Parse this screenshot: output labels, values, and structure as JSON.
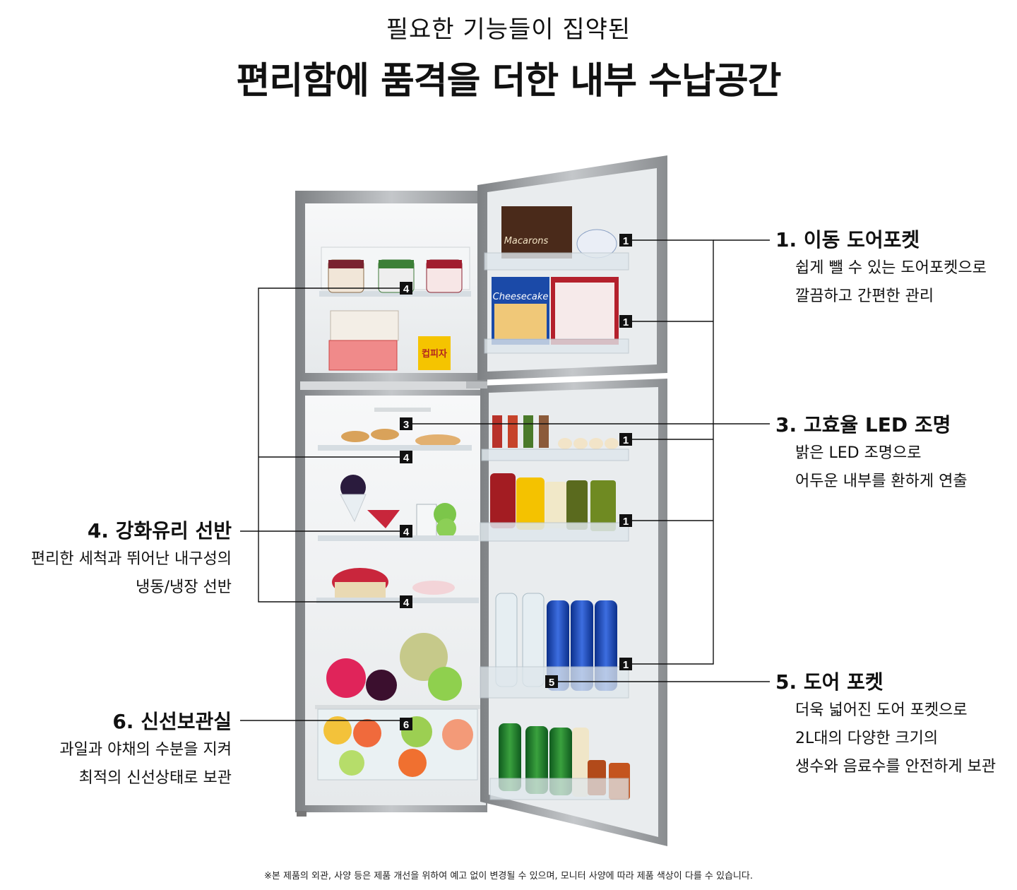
{
  "header": {
    "subtitle": "필요한 기능들이 집약된",
    "title": "편리함에 품격을 더한 내부 수납공간"
  },
  "markers": [
    "1",
    "1",
    "4",
    "3",
    "1",
    "4",
    "4",
    "1",
    "4",
    "1",
    "5",
    "6"
  ],
  "features": {
    "f1": {
      "title": "1. 이동 도어포켓",
      "lines": [
        "쉽게 뺄 수 있는 도어포켓으로",
        "깔끔하고 간편한 관리"
      ]
    },
    "f3": {
      "title": "3. 고효율 LED 조명",
      "lines": [
        "밝은 LED 조명으로",
        "어두운 내부를 환하게 연출"
      ]
    },
    "f4": {
      "title": "4. 강화유리 선반",
      "lines": [
        "편리한 세척과 뛰어난 내구성의",
        "냉동/냉장 선반"
      ]
    },
    "f5": {
      "title": "5. 도어 포켓",
      "lines": [
        "더욱 넓어진 도어 포켓으로",
        "2L대의 다양한 크기의",
        "생수와 음료수를 안전하게 보관"
      ]
    },
    "f6": {
      "title": "6. 신선보관실",
      "lines": [
        "과일과 야채의 수분을 지켜",
        "최적의 신선상태로 보관"
      ]
    }
  },
  "product_labels": {
    "macarons": "Macarons",
    "cheesecake": "Cheesecake",
    "pizza": "컵피자"
  },
  "colors": {
    "steel": "#9a9da0",
    "interior": "#eef0f1",
    "marker": "#111111",
    "line": "#111111"
  },
  "disclaimer": "※본 제품의 외관, 사양 등은 제품 개선을 위하여 예고 없이 변경될 수 있으며, 모니터 사양에 따라 제품 색상이 다를 수 있습니다."
}
